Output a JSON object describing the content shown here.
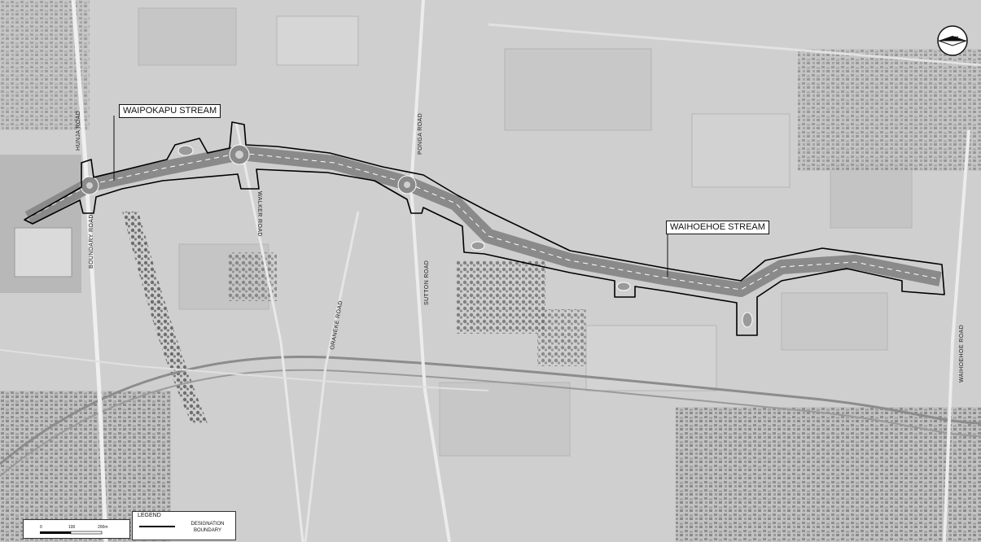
{
  "map": {
    "streams": [
      {
        "name": "WAIPOKAPU STREAM"
      },
      {
        "name": "WAIHOEHOE STREAM"
      }
    ],
    "roads": {
      "hunja": "HUNJA ROAD",
      "boundary": "BOUNDARY ROAD",
      "walker": "WALKER ROAD",
      "ponga": "PONGA ROAD",
      "sutton": "SUTTON ROAD",
      "oraneke": "ORANEKE ROAD",
      "waihoehoe": "WAIHOEHOE ROAD"
    },
    "legend": {
      "title": "LEGEND",
      "item_label_line1": "DESIGNATION",
      "item_label_line2": "BOUNDARY"
    },
    "scale": {
      "labels": [
        "0",
        "100",
        "200m"
      ]
    },
    "north_symbol": "north-arrow-icon",
    "colors": {
      "background": "#cfcfcf",
      "designation_boundary": "#000000",
      "road": "#ffffff"
    }
  }
}
